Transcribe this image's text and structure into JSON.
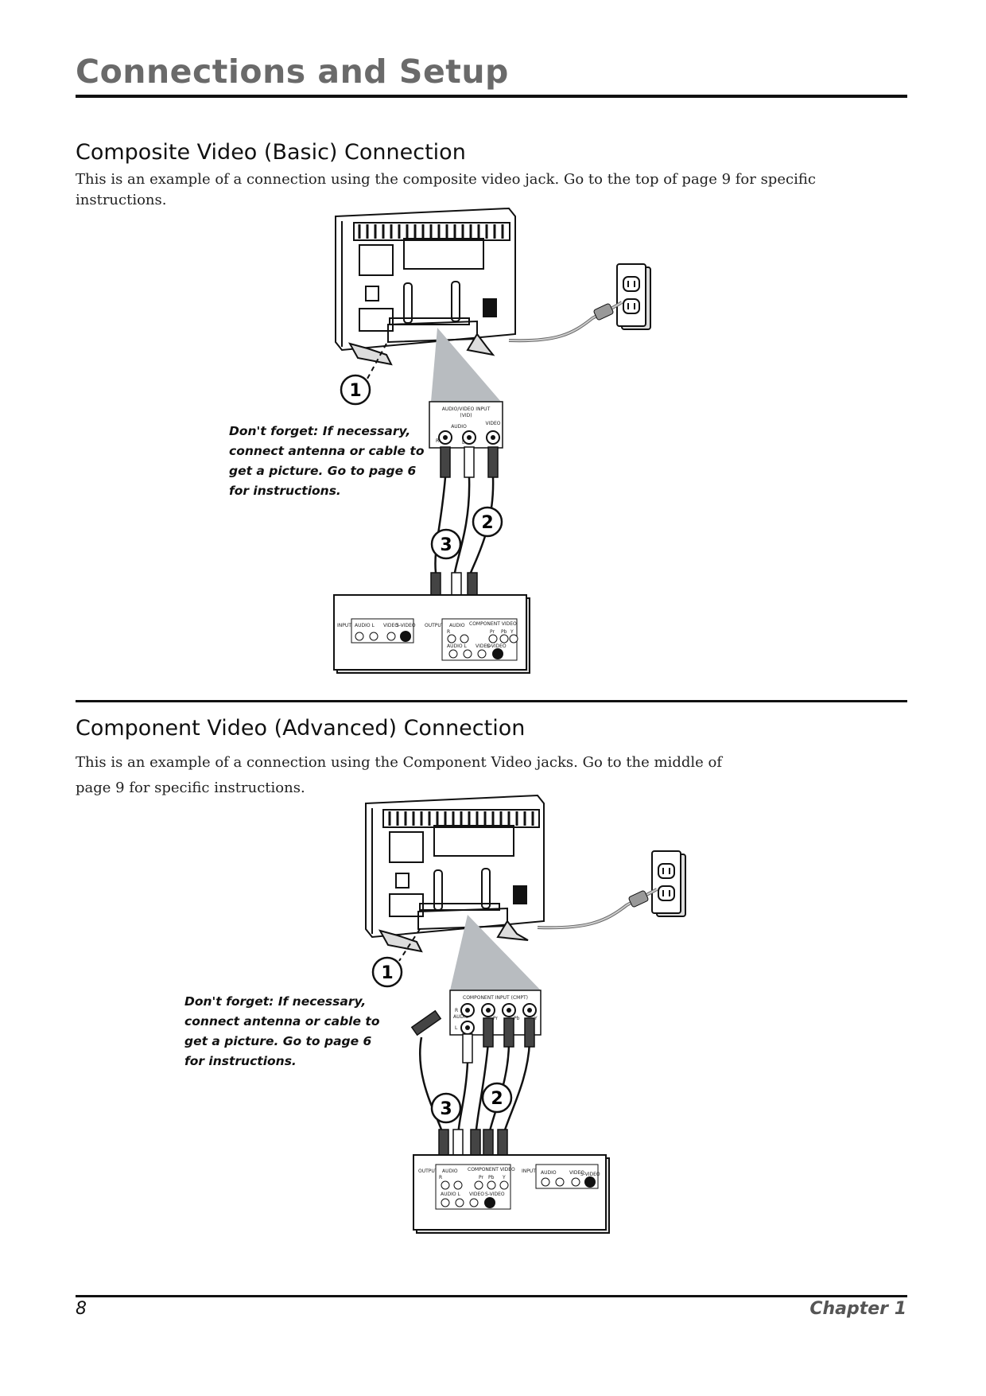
{
  "header": {
    "chapter_title": "Connections and Setup"
  },
  "composite": {
    "heading": "Composite Video (Basic) Connection",
    "description": "This is an example of a connection using the composite video jack. Go to the top of page 9 for specific instructions.",
    "note": "Don't forget: If necessary, connect antenna or cable to get a picture. Go to page 6 for instructions.",
    "steps": [
      "1",
      "2",
      "3"
    ],
    "tv_panel": {
      "title": "AUDIO/VIDEO INPUT",
      "subtitle": "(VID)",
      "audio_label": "AUDIO",
      "video_label": "VIDEO",
      "r_label": "R",
      "l_label": "L"
    },
    "device_panel": {
      "input_label": "INPUT",
      "output_label": "OUTPUT",
      "audio_l": "AUDIO L",
      "video": "VIDEO",
      "svideo": "S-VIDEO",
      "audio": "AUDIO",
      "component_video": "COMPONENT VIDEO",
      "r_label": "R",
      "pr": "Pr",
      "pb": "Pb",
      "y": "Y"
    }
  },
  "component": {
    "heading": "Component Video (Advanced) Connection",
    "description": "This is an example of a connection using the Component Video jacks. Go to the middle of page 9 for specific instructions.",
    "note": "Don't forget: If necessary, connect antenna or cable to get a picture. Go to page 6 for instructions.",
    "steps": [
      "1",
      "2",
      "3"
    ],
    "tv_panel": {
      "title": "COMPONENT INPUT  (CMPT)",
      "audio_label": "AUDIO",
      "r_label": "R",
      "l_label": "L",
      "pr": "Pr",
      "pb": "Pb",
      "y": "Y"
    },
    "device_panel": {
      "output_label": "OUTPUT",
      "input_label": "INPUT",
      "audio": "AUDIO",
      "component_video": "COMPONENT VIDEO",
      "audio_l": "AUDIO L",
      "video": "VIDEO",
      "svideo": "S-VIDEO",
      "r_label": "R",
      "pr": "Pr",
      "pb": "Pb",
      "y": "Y"
    }
  },
  "footer": {
    "page_number": "8",
    "chapter_label": "Chapter 1"
  }
}
